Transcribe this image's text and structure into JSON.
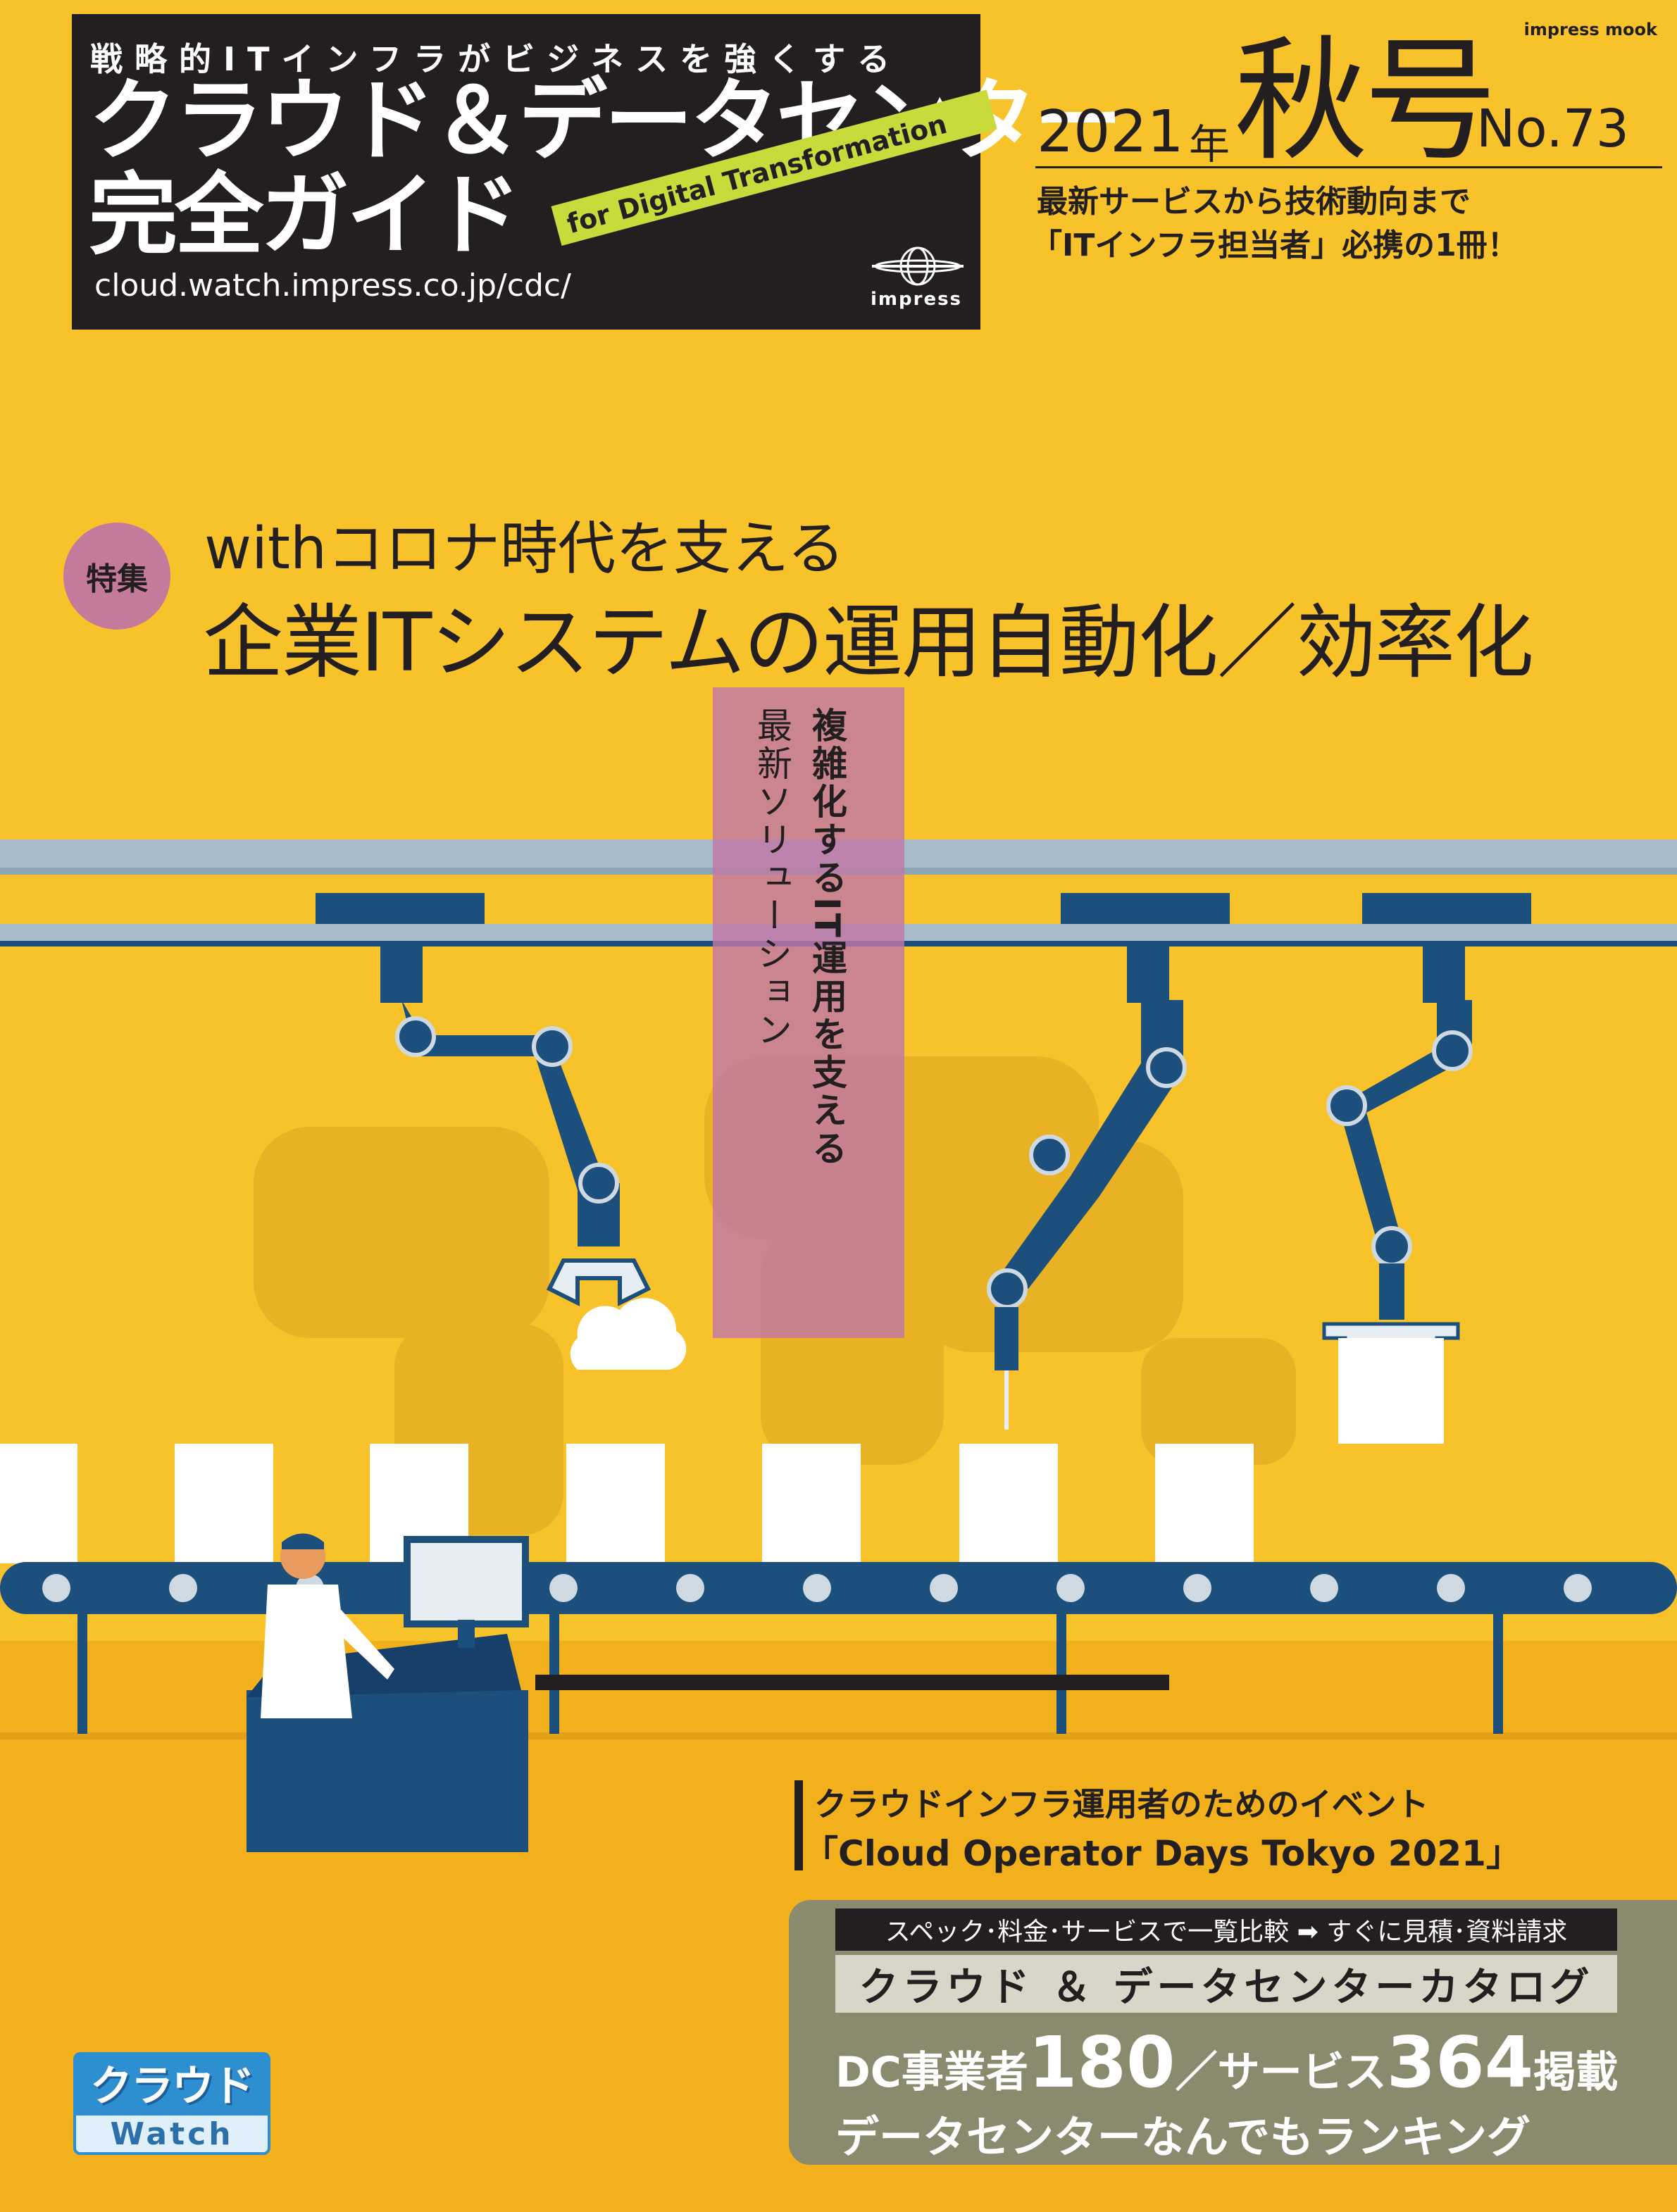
{
  "masthead": {
    "tagline": "戦略的ITインフラがビジネスを強くする",
    "title_line1": "クラウド＆データセンター",
    "title_line2": "完全ガイド",
    "url": "cloud.watch.impress.co.jp/cdc/",
    "subtitle_band": "for Digital Transformation",
    "publisher": "impress"
  },
  "issue": {
    "series": "impress mook",
    "year": "2021",
    "year_suffix": "年",
    "season": "秋号",
    "number": "No.73",
    "copy_line1": "最新サービスから技術動向まで",
    "copy_line2": "「ITインフラ担当者」必携の1冊！"
  },
  "feature": {
    "badge": "特集",
    "subtitle": "withコロナ時代を支える",
    "title": "企業ITシステムの運用自動化／効率化",
    "vertical_line1": "複雑化するIT運用を支える",
    "vertical_line2": "最新ソリューション"
  },
  "event": {
    "line1": "クラウドインフラ運用者のためのイベント",
    "line2": "「Cloud Operator Days Tokyo 2021」"
  },
  "catalog": {
    "strip": "スペック･料金･サービスで一覧比較 ➡ すぐに見積･資料請求",
    "name": "クラウド ＆ データセンターカタログ",
    "dc_label": "DC事業者",
    "dc_count": "180",
    "separator": "／",
    "service_label": "サービス",
    "service_count": "364",
    "listed": "掲載",
    "line2": "データセンターなんでもランキング"
  },
  "logo": {
    "top": "クラウド",
    "bottom": "Watch"
  },
  "colors": {
    "background": "#f8c22a",
    "masthead": "#231f20",
    "accent_green": "#c9db3a",
    "pink": "#c47a9a",
    "robot_blue": "#1d4f7c",
    "rail_gray": "#a9bccb",
    "catalog_gray": "#8a8a6e"
  }
}
